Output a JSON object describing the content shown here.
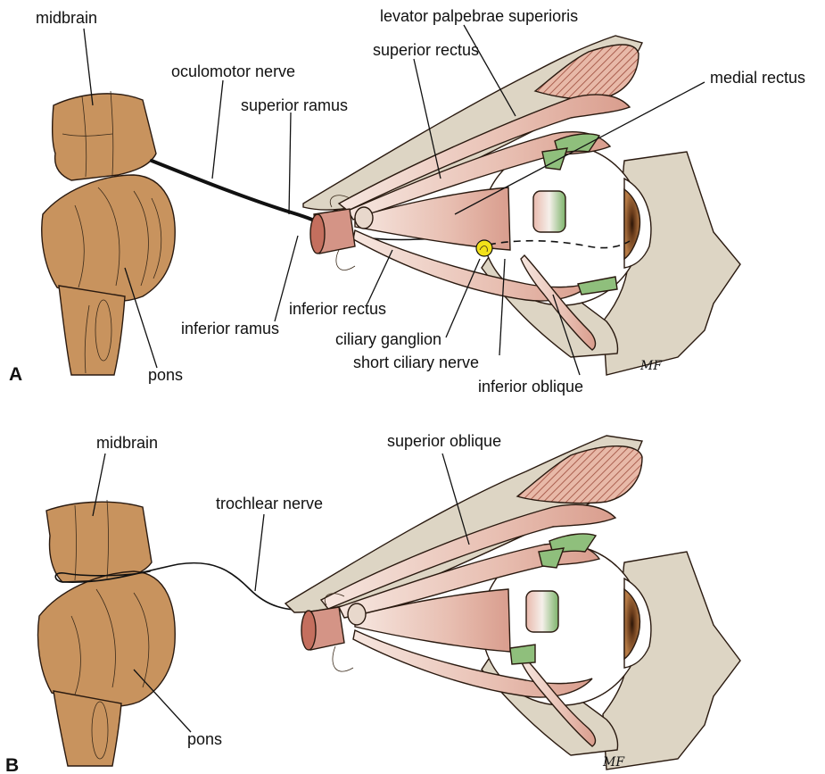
{
  "panel_a": {
    "letter": "A",
    "labels": {
      "midbrain": "midbrain",
      "oculomotor_nerve": "oculomotor nerve",
      "superior_ramus": "superior ramus",
      "levator": "levator palpebrae superioris",
      "superior_rectus": "superior rectus",
      "medial_rectus": "medial rectus",
      "inferior_ramus": "inferior ramus",
      "inferior_rectus": "inferior rectus",
      "pons": "pons",
      "ciliary_ganglion": "ciliary ganglion",
      "short_ciliary_nerve": "short ciliary nerve",
      "inferior_oblique": "inferior oblique"
    },
    "signature": "MF"
  },
  "panel_b": {
    "letter": "B",
    "labels": {
      "midbrain": "midbrain",
      "superior_oblique": "superior oblique",
      "trochlear_nerve": "trochlear nerve",
      "pons": "pons"
    },
    "signature": "MF"
  },
  "colors": {
    "brainstem": "#c8935e",
    "bone": "#ddd5c4",
    "muscle": "#e3b6aa",
    "tendon_green": "#8fbf7c",
    "iris": "#a86e3c",
    "ganglion": "#f2e11a",
    "sinus_stripes": "#b86b5a"
  }
}
